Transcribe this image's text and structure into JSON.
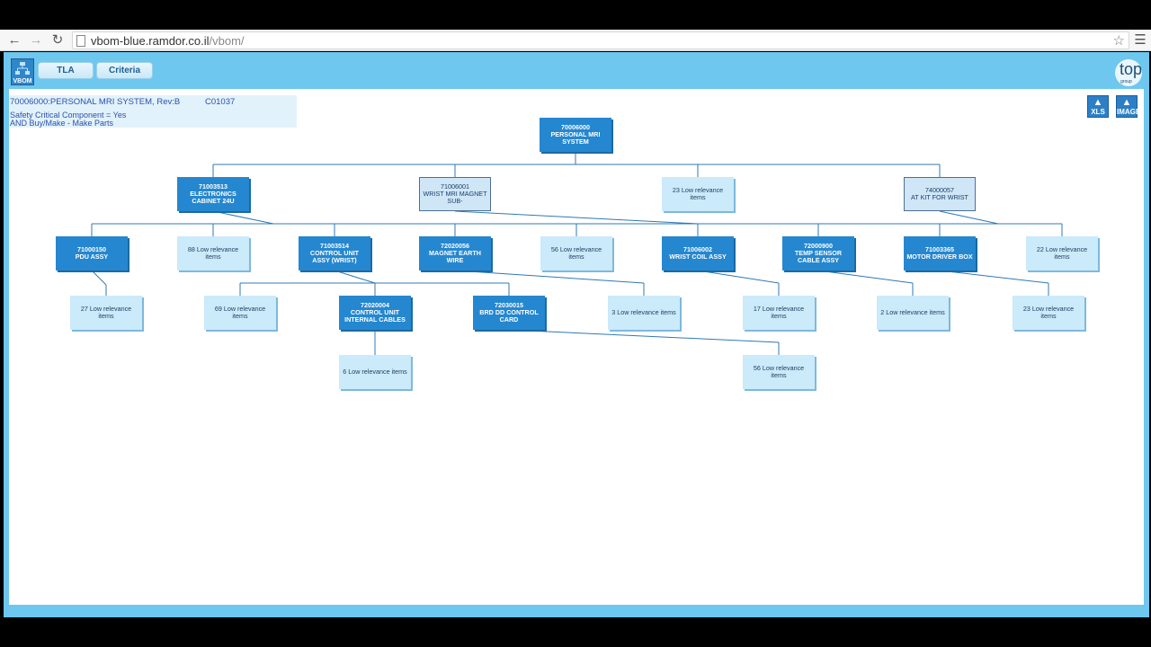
{
  "browser": {
    "url_host": "vbom-blue.ramdor.co.il",
    "url_path": "/vbom/"
  },
  "app": {
    "logo_text": "VBOM",
    "buttons": {
      "tla": "TLA",
      "criteria": "Criteria"
    },
    "brand": {
      "name": "top",
      "sub": "group"
    }
  },
  "info": {
    "title": "70006000:PERSONAL MRI SYSTEM, Rev:B",
    "code": "C01037",
    "line2": "Safety Critical Component = Yes",
    "line3": "AND Buy/Make - Make Parts"
  },
  "exports": {
    "xls": "XLS",
    "image": "IMAGE"
  },
  "tree": {
    "root": {
      "id": "70006000",
      "label": "PERSONAL MRI SYSTEM"
    },
    "level1": [
      {
        "id": "71003513",
        "label": "ELECTRONICS CABINET 24U"
      },
      {
        "id": "71006001",
        "label": "WRIST MRI MAGNET SUB-"
      },
      {
        "low": "23 Low relevance items"
      },
      {
        "id": "74000057",
        "label": "AT KIT FOR WRIST"
      }
    ],
    "level2": [
      {
        "id": "71000150",
        "label": "PDU ASSY"
      },
      {
        "low": "88 Low relevance items"
      },
      {
        "id": "71003514",
        "label": "CONTROL UNIT ASSY (WRIST)"
      },
      {
        "id": "72020056",
        "label": "MAGNET EARTH WIRE"
      },
      {
        "low": "56 Low relevance items"
      },
      {
        "id": "71006002",
        "label": "WRIST COIL ASSY"
      },
      {
        "id": "72000900",
        "label": "TEMP SENSOR CABLE ASSY"
      },
      {
        "id": "71003365",
        "label": "MOTOR DRIVER BOX"
      },
      {
        "low": "22 Low relevance items"
      }
    ],
    "level3": [
      {
        "low": "27 Low relevance items"
      },
      {
        "low": "69 Low relevance items"
      },
      {
        "id": "72020004",
        "label": "CONTROL UNIT INTERNAL CABLES"
      },
      {
        "id": "72030015",
        "label": "BRD DD CONTROL CARD"
      },
      {
        "low": "3 Low relevance items"
      },
      {
        "low": "17 Low relevance items"
      },
      {
        "low": "2 Low relevance items"
      },
      {
        "low": "23 Low relevance items"
      }
    ],
    "level4": [
      {
        "low": "6 Low relevance items"
      },
      {
        "low": "56 Low relevance items"
      }
    ]
  }
}
